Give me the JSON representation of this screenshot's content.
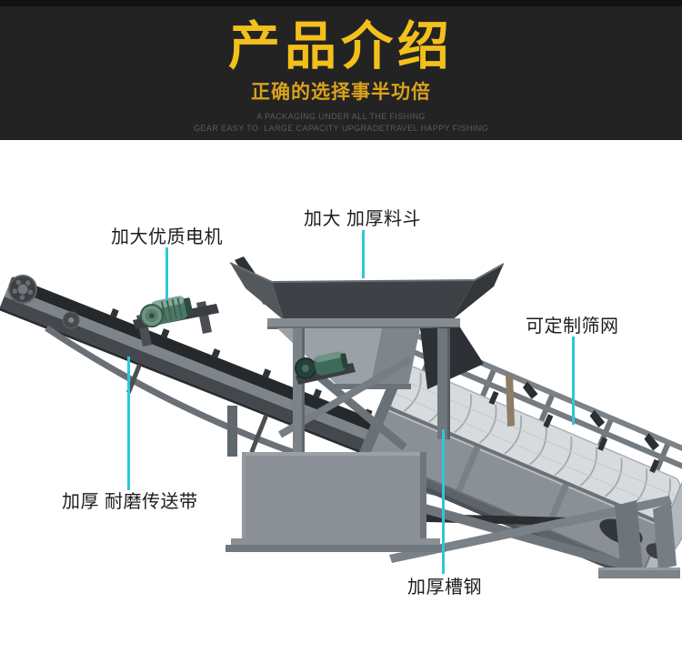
{
  "header": {
    "title": "产品介绍",
    "subtitle": "正确的选择事半功倍",
    "tagline_line1": "A PACKAGING UNDER ALL THE FISHING",
    "tagline_line2": "GEAR EASY TO  LARGE CAPACITY UPGRADETRAVEL HAPPY FISHING"
  },
  "callouts": {
    "motor": {
      "label": "加大优质电机"
    },
    "hopper": {
      "label": "加大 加厚料斗"
    },
    "mesh": {
      "label": "可定制筛网"
    },
    "belt": {
      "label": "加厚 耐磨传送带"
    },
    "channel": {
      "label": "加厚槽钢"
    }
  },
  "colors": {
    "accent": "#2fc7d9",
    "header_bg": "#232323",
    "title": "#f3c01b",
    "subtitle": "#d9a21c",
    "tagline": "#5c5c5c",
    "label_text": "#1d1d1d",
    "machine_dark": "#2c2f33",
    "machine_frame": "#6e757b",
    "machine_panel": "#8a9096",
    "machine_light": "#b3b8bc",
    "machine_mesh": "#d8dbde",
    "motor_green": "#4d7a68"
  }
}
